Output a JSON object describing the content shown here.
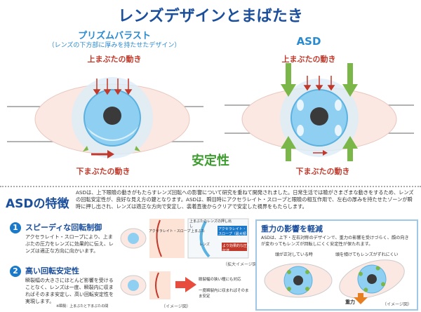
{
  "title": "レンズデザインとまばたき",
  "left_panel": {
    "heading": "プリズムバラスト",
    "subheading": "（レンズの下方部に厚みを持たせたデザイン）",
    "upper_label": "上まぶたの動き",
    "lower_label": "下まぶたの動き"
  },
  "right_panel": {
    "heading": "ASD",
    "upper_label": "上まぶたの動き",
    "lower_label": "下まぶたの動き"
  },
  "center_label": "安定性",
  "asd_section": {
    "heading": "ASDの特徴",
    "description": "ASDは、上下眼瞼の動きがもたらすレンズ回転への影響について研究を重ねて開発されました。日常生活では瞼がさまざまな動きをするため、レンズの回転安定性が、良好な見え方の鍵となります。ASDは、瞬目時にアクセラレイト・スロープと眼瞼の相互作用で、左右の厚みを持たせたゾーンが瞬時に押し出され、レンズは適正な方向で安定し、装着直後からクリアで安定した視界をもたらします。"
  },
  "feature1": {
    "number": "1",
    "title": "スピーディな回転制御",
    "body": "アクセラレイト・スロープにより、上まぶたの圧力をレンズに効果的に伝え、レンズは適正な方向に向かいます。",
    "diagram_labels": [
      "アクセラレイト・スロープ",
      "アクセラレイト・スロープ（最大傾斜）",
      "上まぶたのレンズの押し出し",
      "上まぶた",
      "より効果的な圧力伝達",
      "レンズ"
    ],
    "caption": "（拡大イメージ図）"
  },
  "feature2": {
    "number": "2",
    "title": "高い回転安定性",
    "body": "瞬裂幅の大きさにほとんど影響を受けることなく、レンズは一度、瞬裂内に収まればそのまま安定し、高い回転安定性を実現します。",
    "note": "※瞬裂：上まぶたと下まぶたの間",
    "bullets": [
      "瞼裂幅の狭い瞳にも対応",
      "一度瞬裂内に収まればそのまま安定"
    ],
    "caption": "（イメージ図）"
  },
  "gravity_box": {
    "title": "重力の影響を軽減",
    "body": "ASDは、上下・左右対称のデザインで、重力の影響を受けづらく、顔の向きが変わってもレンズが回転しにくく安定性が保たれます。",
    "label_left": "頭が正対している時",
    "label_right": "頭を傾けてもレンズがずれにくい",
    "gravity_label": "重力",
    "caption": "（イメージ図）"
  },
  "colors": {
    "title_blue": "#1b4f9c",
    "accent_blue": "#2a8ad0",
    "lid_red": "#c0392b",
    "arrow_green": "#7ab648",
    "lens_blue": "#7cc6f2"
  }
}
